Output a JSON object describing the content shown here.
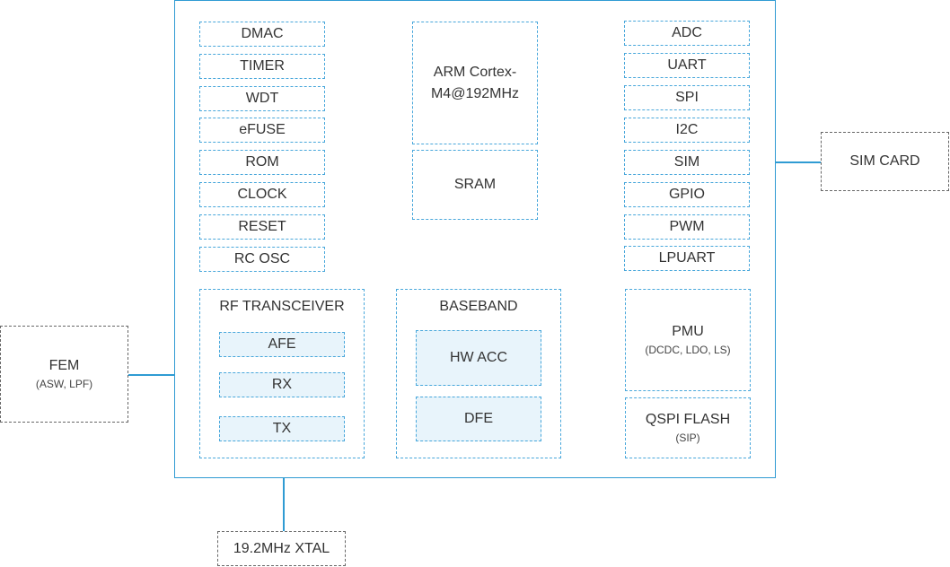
{
  "colors": {
    "chip_border": "#2f9bd3",
    "block_border": "#48a7db",
    "inner_fill": "#e8f4fb",
    "external_border": "#666666"
  },
  "left_column": [
    "DMAC",
    "TIMER",
    "WDT",
    "eFUSE",
    "ROM",
    "CLOCK",
    "RESET",
    "RC OSC"
  ],
  "right_column": [
    "ADC",
    "UART",
    "SPI",
    "I2C",
    "SIM",
    "GPIO",
    "PWM",
    "LPUART"
  ],
  "cpu": {
    "line1": "ARM Cortex-",
    "line2": "M4@192MHz"
  },
  "sram": "SRAM",
  "rf": {
    "title": "RF TRANSCEIVER",
    "items": [
      "AFE",
      "RX",
      "TX"
    ]
  },
  "baseband": {
    "title": "BASEBAND",
    "items": [
      "HW ACC",
      "DFE"
    ]
  },
  "pmu": {
    "title": "PMU",
    "sub": "(DCDC, LDO, LS)"
  },
  "qspi": {
    "title": "QSPI FLASH",
    "sub": "(SIP)"
  },
  "external": {
    "fem": {
      "title": "FEM",
      "sub": "(ASW, LPF)"
    },
    "sim_card": "SIM CARD",
    "xtal": "19.2MHz XTAL"
  }
}
